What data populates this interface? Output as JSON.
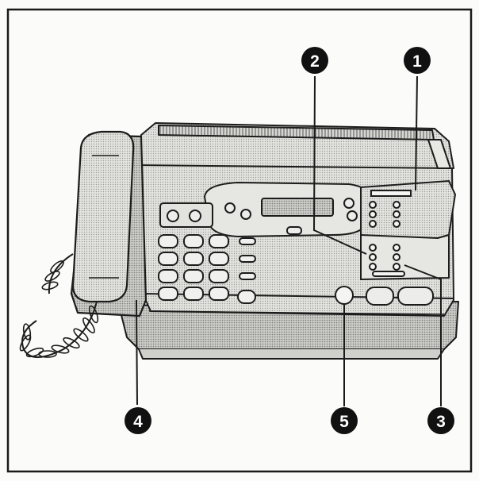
{
  "diagram": {
    "subject": "fax-machine-with-telephone-handset",
    "callouts": [
      {
        "id": "c1",
        "label": "1",
        "icon": "callout-1-badge"
      },
      {
        "id": "c2",
        "label": "2",
        "icon": "callout-2-badge"
      },
      {
        "id": "c3",
        "label": "3",
        "icon": "callout-3-badge"
      },
      {
        "id": "c4",
        "label": "4",
        "icon": "callout-4-badge"
      },
      {
        "id": "c5",
        "label": "5",
        "icon": "callout-5-badge"
      }
    ],
    "colors": {
      "frame": "#1a1a1a",
      "ink": "#1c1c1c",
      "body_fill": "#dcdcd8",
      "shade_fill": "#c4c4c0",
      "badge": "#111111",
      "highlight": "#f4f4f2"
    }
  }
}
